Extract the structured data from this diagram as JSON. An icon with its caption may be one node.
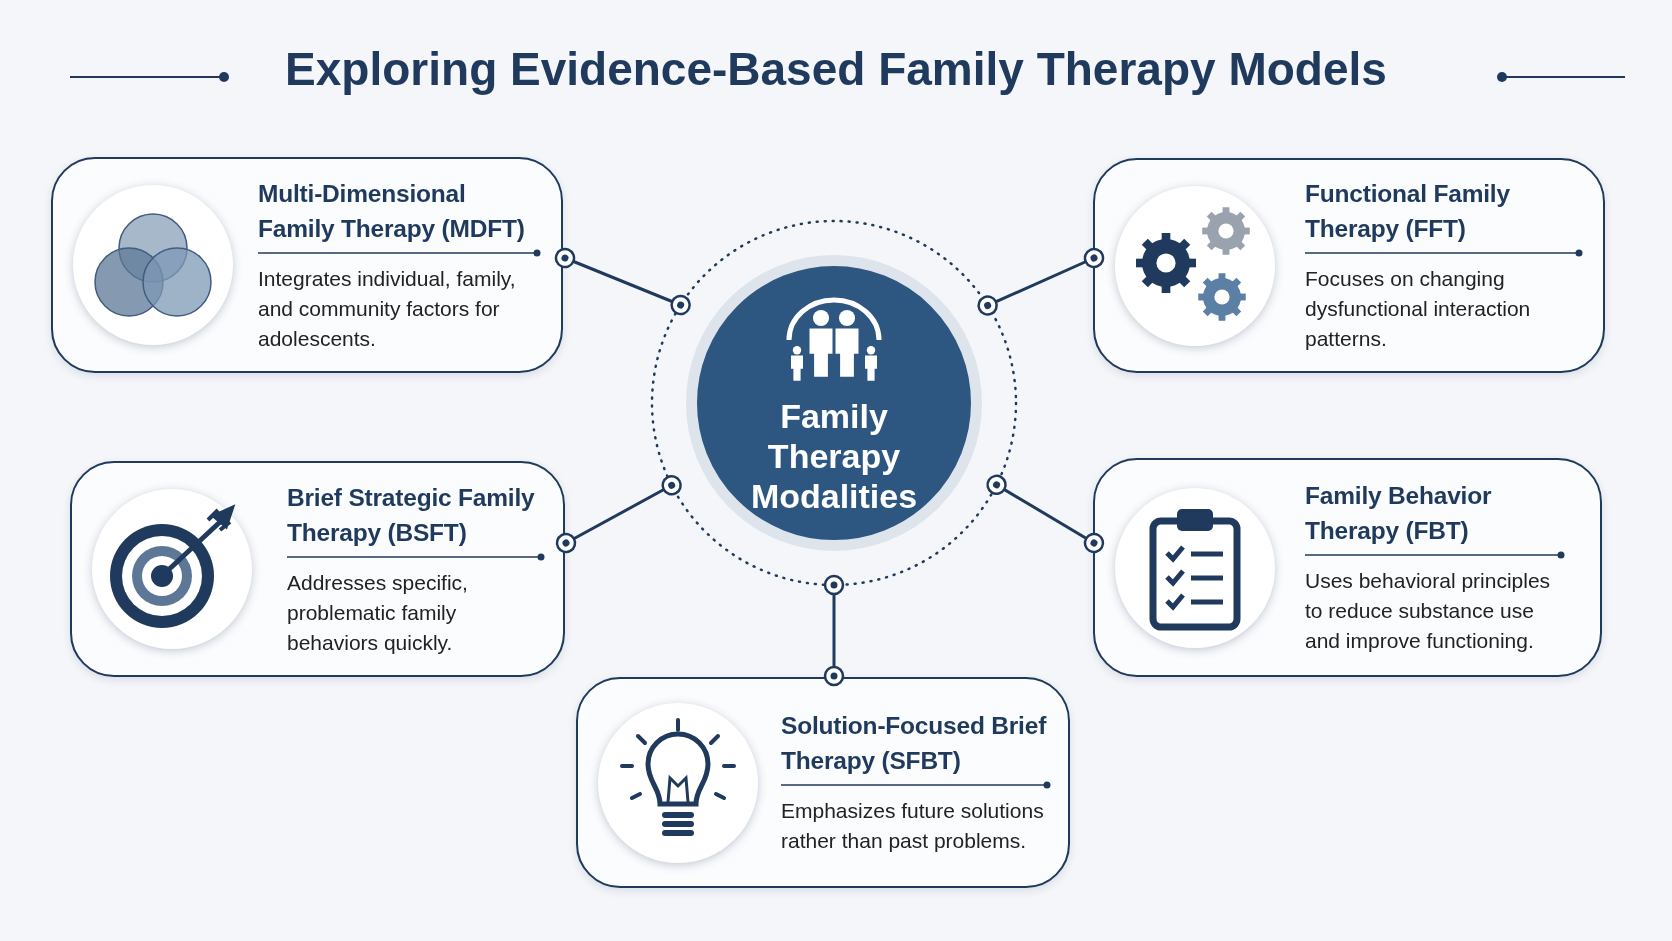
{
  "diagram": {
    "title": "Exploring Evidence-Based Family Therapy Models",
    "nodes": [
      {
        "text": [
          "Family Therapy Modalities"
        ]
      },
      {
        "text": [
          "Multi-Dimensional Family Therapy (MDFT)",
          "Integrates individual, family, and community factors for adolescents."
        ]
      },
      {
        "text": [
          "Functional Family Therapy (FFT)",
          "Focuses on changing dysfunctional interaction patterns."
        ]
      },
      {
        "text": [
          "Brief Strategic Family Therapy (BSFT)",
          "Addresses specific, problematic family behaviors quickly."
        ]
      },
      {
        "text": [
          "Family Behavior Therapy (FBT)",
          "Uses behavioral principles to reduce substance use and improve functioning."
        ]
      },
      {
        "text": [
          "Solution-Focused Brief Therapy (SFBT)",
          "Emphasizes future solutions rather than past problems."
        ]
      }
    ],
    "edges": [
      {
        "from": 0,
        "to": 1,
        "arrow": "other"
      },
      {
        "from": 0,
        "to": 2,
        "arrow": "other"
      },
      {
        "from": 0,
        "to": 3,
        "arrow": "other"
      },
      {
        "from": 0,
        "to": 4,
        "arrow": "other"
      },
      {
        "from": 0,
        "to": 5,
        "arrow": "other"
      }
    ]
  }
}
